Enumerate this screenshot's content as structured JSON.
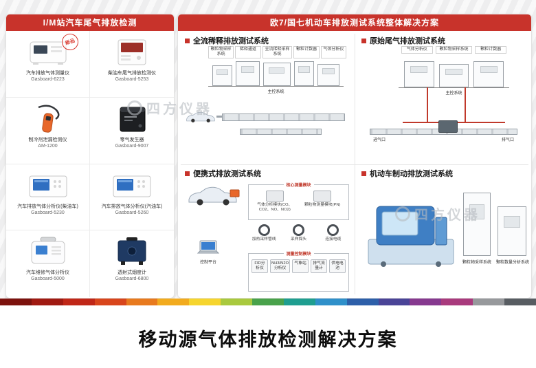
{
  "colors": {
    "accent": "#c8332b"
  },
  "watermark": {
    "text": "四方仪器"
  },
  "left_panel": {
    "title": "I/M站汽车尾气排放检测",
    "products": [
      {
        "name": "汽车排放气体测量仪",
        "model": "Gasboard-6223",
        "badge": "新品"
      },
      {
        "name": "柴油车尾气排放检测仪",
        "model": "Gasboard-5253"
      },
      {
        "name": "制冷剂泄漏检测仪",
        "model": "AM-1200"
      },
      {
        "name": "零气发生器",
        "model": "Gasboard-9007"
      },
      {
        "name": "汽车排放气体分析仪(柴油车)",
        "model": "Gasboard-5230"
      },
      {
        "name": "汽车排放气体分析仪(汽油车)",
        "model": "Gasboard-5260"
      },
      {
        "name": "汽车维修气体分析仪",
        "model": "Gasboard-5000"
      },
      {
        "name": "透射式烟度计",
        "model": "Gasboard-6800"
      }
    ]
  },
  "right_panel": {
    "title": "欧7/国七机动车排放测试系统整体解决方案",
    "quadrants": [
      {
        "title": "全流稀释排放测试系统",
        "top_labels": [
          "颗粒物采样系统",
          "稀释通道",
          "全流稀释采样系统",
          "颗粒计数器",
          "气体分析仪"
        ],
        "console_label": "主控系统"
      },
      {
        "title": "原始尾气排放测试系统",
        "cabinet_labels": [
          "气体分析仪",
          "颗粒物采样系统",
          "颗粒计数器"
        ],
        "console_label": "主控系统",
        "intake_label": "进气口",
        "exhaust_label": "排气口"
      },
      {
        "title": "便携式排放测试系统",
        "platform_label": "控制平台",
        "group1_title": "核心测量模块",
        "group1_items": [
          "气体分析模块(CO、CO2、NO、NO2)",
          "颗粒物测量模块(PN)"
        ],
        "hose_items": [
          "加热采样管线",
          "采样探头",
          "连接电缆"
        ],
        "group2_title": "测量控制模块",
        "group2_items": [
          "FID分析仪",
          "NH3/N2O分析仪",
          "气象站",
          "排气流量计",
          "供电电池"
        ]
      },
      {
        "title": "机动车制动排放测试系统",
        "cabinet_labels": [
          "颗粒物采样系统",
          "颗粒数量分析系统"
        ]
      }
    ]
  },
  "stripe_colors": [
    "#7c120d",
    "#a01a12",
    "#c02718",
    "#d8451c",
    "#e87a1e",
    "#f2ab1e",
    "#f6d52e",
    "#a9c93e",
    "#49a24b",
    "#1f9e90",
    "#2f90ca",
    "#2d5fa9",
    "#4a4497",
    "#86398f",
    "#a93a7d",
    "#97999c",
    "#585d62"
  ],
  "footer": {
    "title": "移动源气体排放检测解决方案"
  }
}
